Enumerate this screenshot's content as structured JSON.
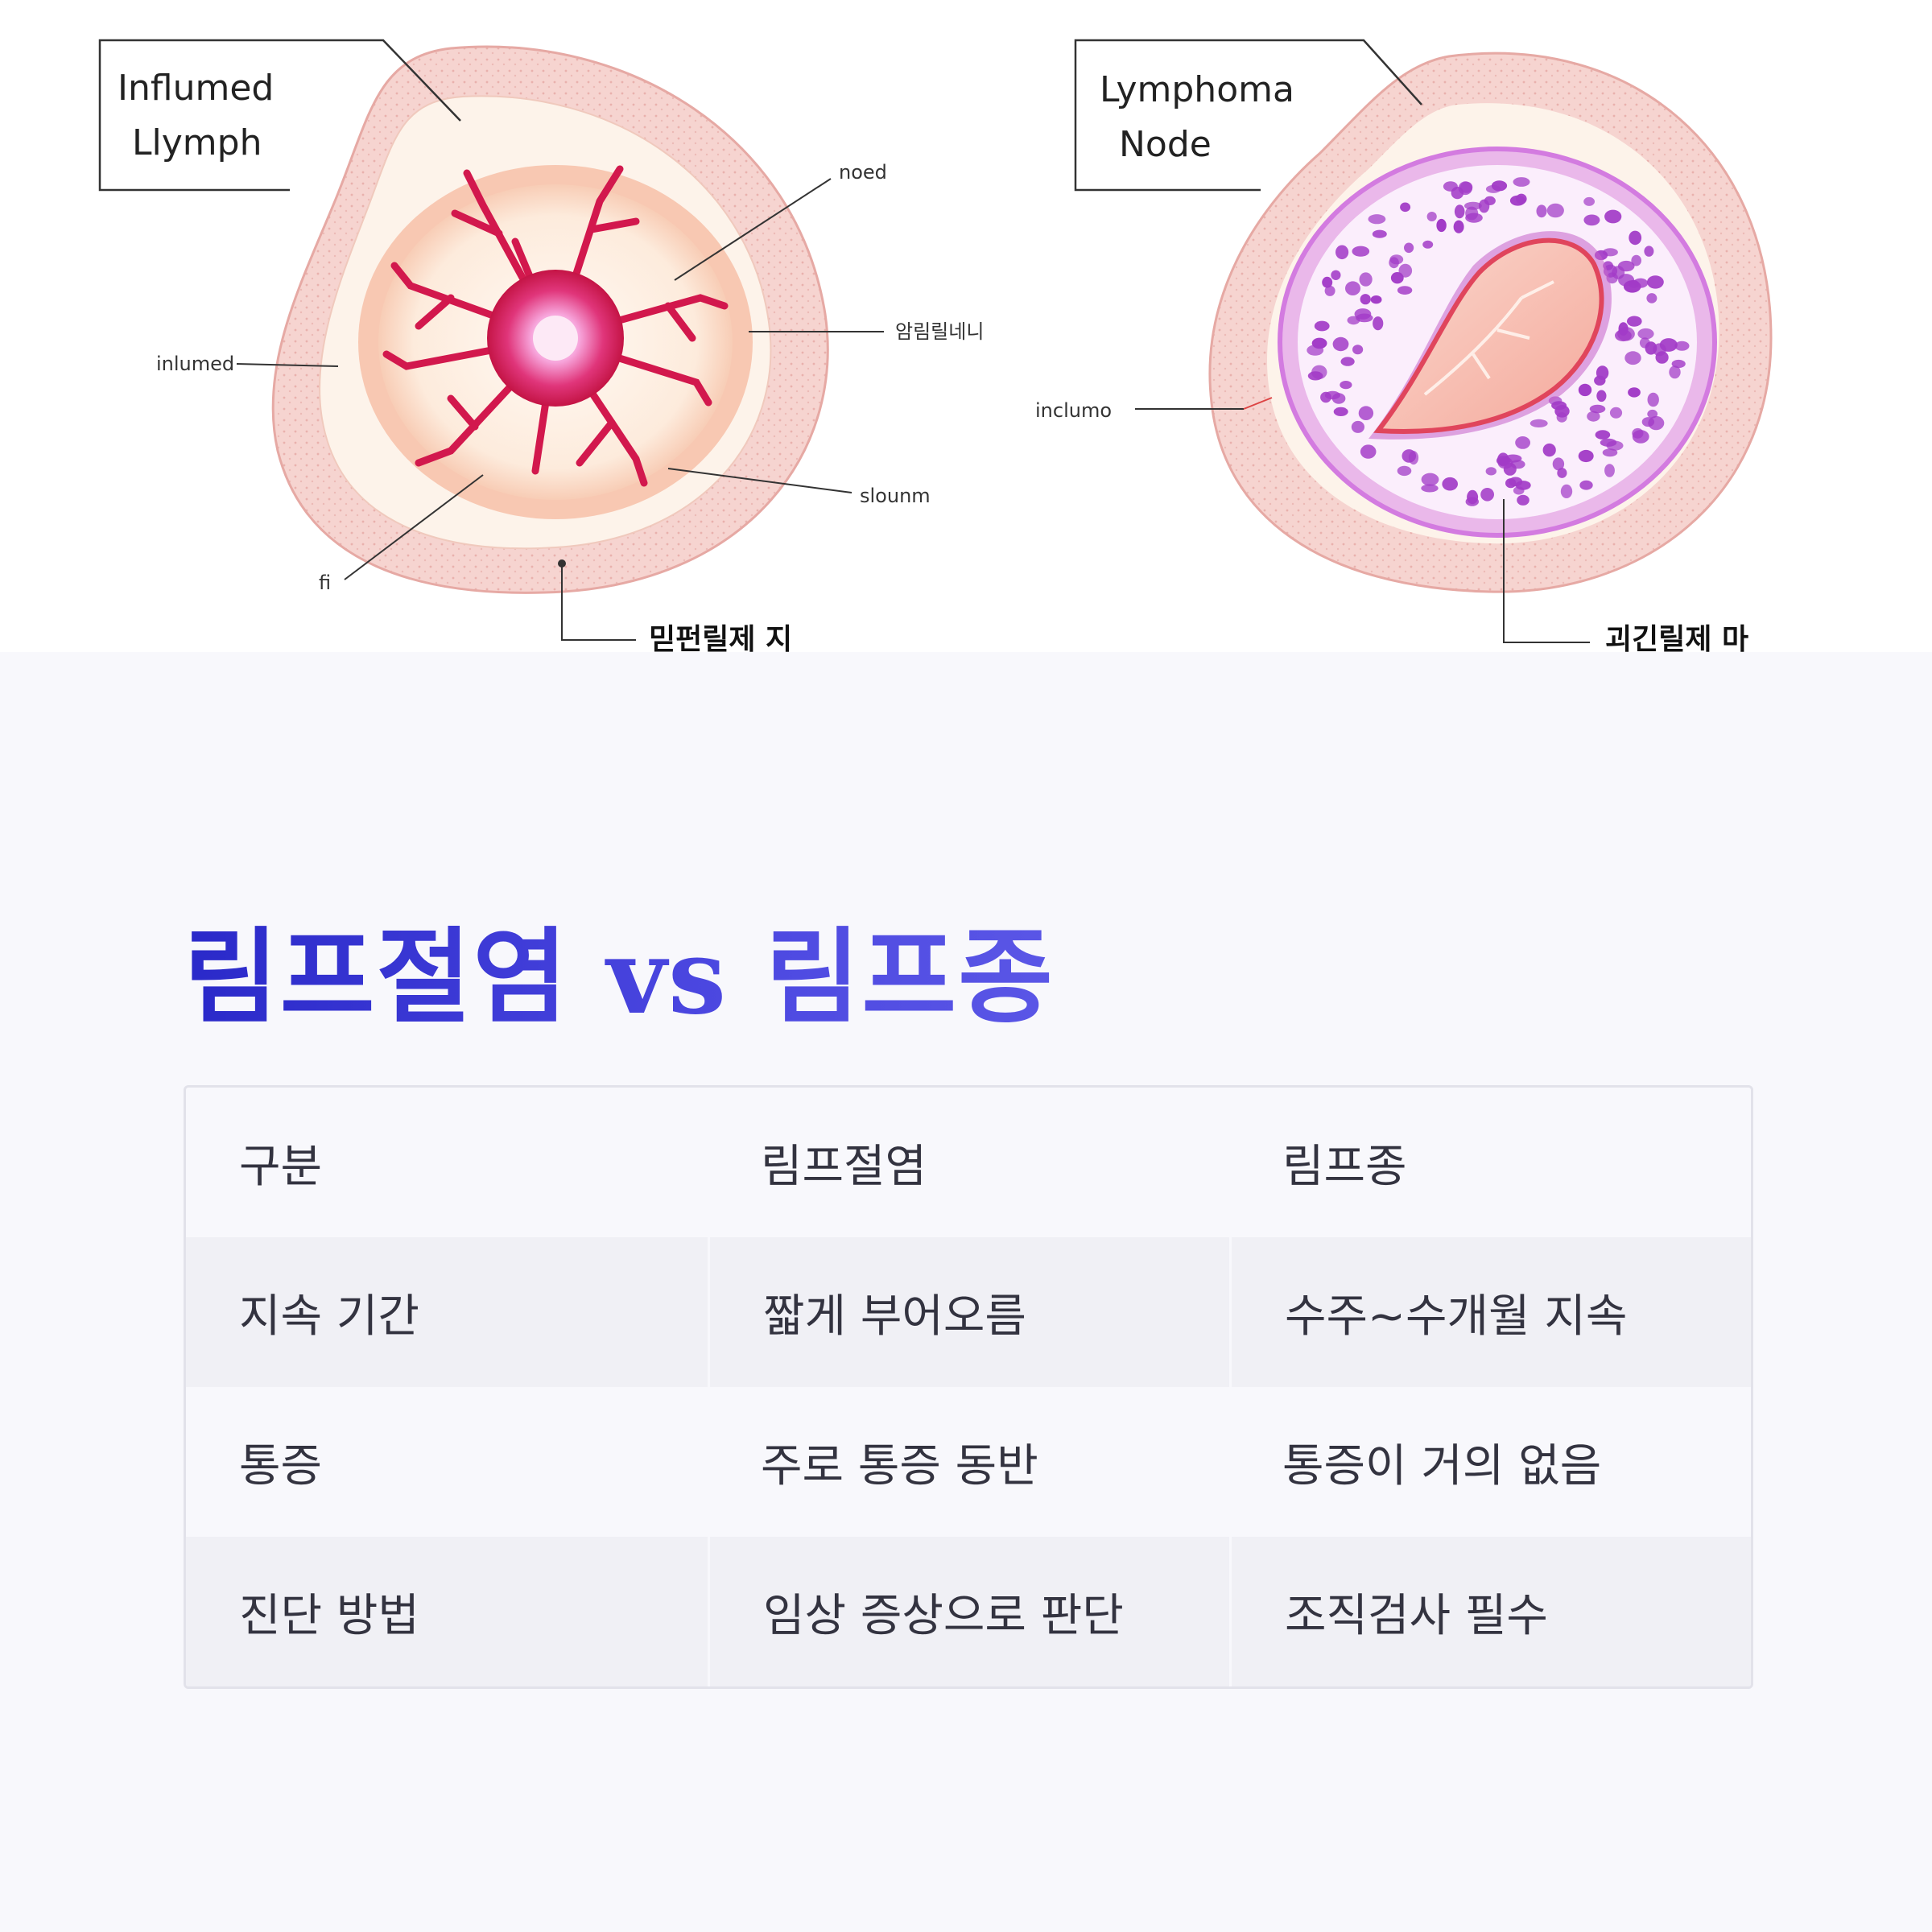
{
  "illustration": {
    "left_panel": {
      "title_lines": [
        "Influmed",
        "Llymph"
      ],
      "labels": {
        "top_right": "noed",
        "right": "암림릴네니",
        "left": "inlumed",
        "lower_right": "slounm",
        "lower_left": "fi",
        "bottom": "믿펀릴제 지"
      }
    },
    "right_panel": {
      "title_lines": [
        "Lymphoma",
        "Node"
      ],
      "labels": {
        "left": "inclumo",
        "bottom": "괴긴릴제 마"
      }
    }
  },
  "heading": "림프절염 vs 림프종",
  "table": {
    "header": [
      "구분",
      "림프절염",
      "림프종"
    ],
    "rows": [
      [
        "지속 기간",
        "짧게 부어오름",
        "수주~수개월 지속"
      ],
      [
        "통증",
        "주로 통증 동반",
        "통증이 거의 없음"
      ],
      [
        "진단 방법",
        "임상 증상으로 판단",
        "조직검사 필수"
      ]
    ]
  },
  "colors": {
    "heading": "#3b3ad6",
    "capsule": "#f4c9c6",
    "inflamed_core": "#d81f5c",
    "lymphoma_cells": "#a23bc7"
  }
}
